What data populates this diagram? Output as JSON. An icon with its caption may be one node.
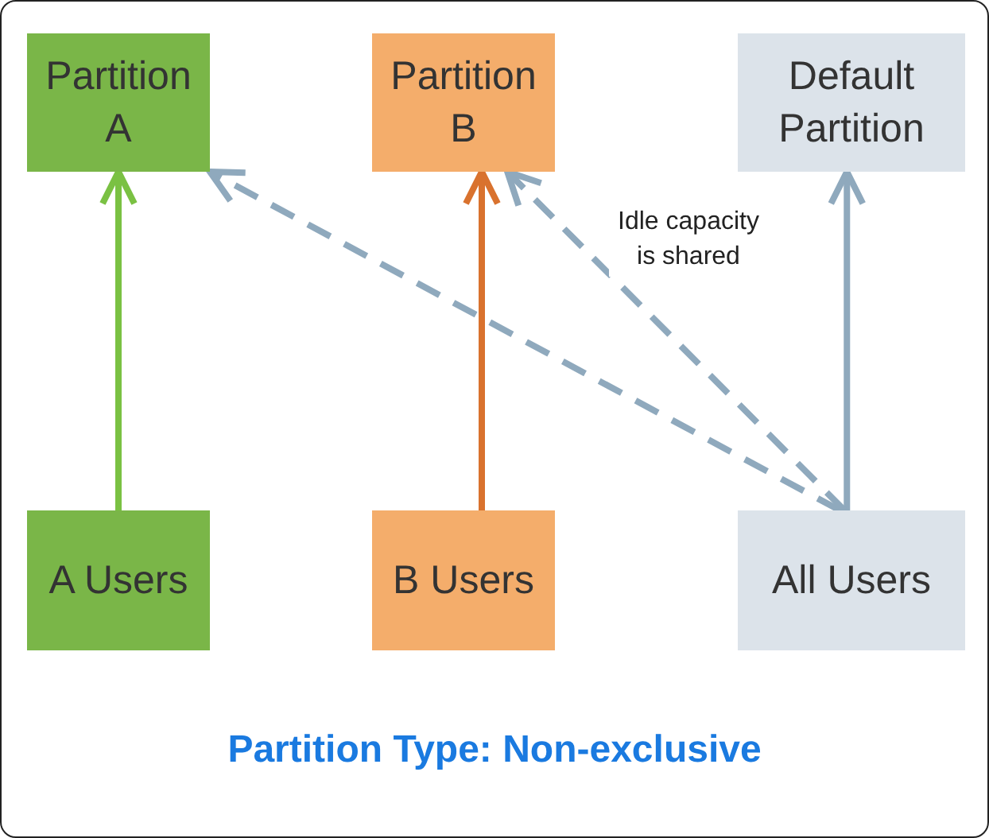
{
  "diagram": {
    "caption": "Partition Type: Non-exclusive",
    "nodes": [
      {
        "text": [
          "Partition A"
        ]
      },
      {
        "text": [
          "Partition B"
        ]
      },
      {
        "text": [
          "Default Partition"
        ]
      },
      {
        "text": [
          "A Users"
        ]
      },
      {
        "text": [
          "B Users"
        ]
      },
      {
        "text": [
          "All Users"
        ]
      }
    ],
    "edges": [
      {
        "from": 3,
        "to": 0,
        "arrow": "to",
        "color": "#7ac143"
      },
      {
        "from": 4,
        "to": 1,
        "arrow": "to",
        "color": "#d9722e"
      },
      {
        "from": 5,
        "to": 2,
        "arrow": "to",
        "color": "#8fa9bd"
      },
      {
        "from": 5,
        "to": 0,
        "arrow": "to",
        "style": "dashed",
        "color": "#8fa9bd"
      },
      {
        "from": 5,
        "to": 1,
        "arrow": "to",
        "style": "dashed",
        "color": "#8fa9bd",
        "label": "Idle capacity is shared"
      }
    ]
  }
}
